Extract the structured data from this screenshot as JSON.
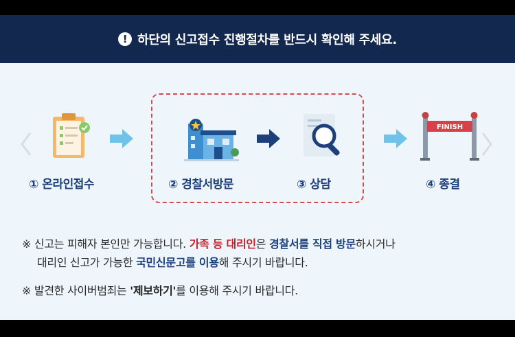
{
  "banner": {
    "icon": "exclamation-circle-icon",
    "text": "하단의 신고접수 진행절차를 반드시 확인해 주세요."
  },
  "steps": [
    {
      "label": "① 온라인접수",
      "icon": "clipboard-check-icon"
    },
    {
      "label": "② 경찰서방문",
      "icon": "police-station-icon"
    },
    {
      "label": "③ 상담",
      "icon": "magnifier-document-icon"
    },
    {
      "label": "④ 종결",
      "icon": "finish-line-icon",
      "finish_text": "FINISH"
    }
  ],
  "notes": {
    "marker": "※",
    "note1": {
      "p1": "신고는 피해자 본인만 가능합니다. ",
      "p2": "가족 등 대리인",
      "p3": "은 ",
      "p4": "경찰서를 직접 방문",
      "p5": "하시거나",
      "p6": "대리인 신고가 가능한 ",
      "p7": "국민신문고를 이용",
      "p8": "해 주시기 바랍니다."
    },
    "note2": {
      "p1": "발견한 사이버범죄는 ",
      "p2": "'제보하기'",
      "p3": "를 이용해 주시기 바랍니다."
    }
  },
  "colors": {
    "banner_bg": "#13284f",
    "page_bg": "#eef6fb",
    "accent_red": "#c4222b",
    "accent_blue": "#1d3f7a",
    "arrow_light": "#6fc3e8",
    "arrow_dark": "#1d3f7a"
  }
}
